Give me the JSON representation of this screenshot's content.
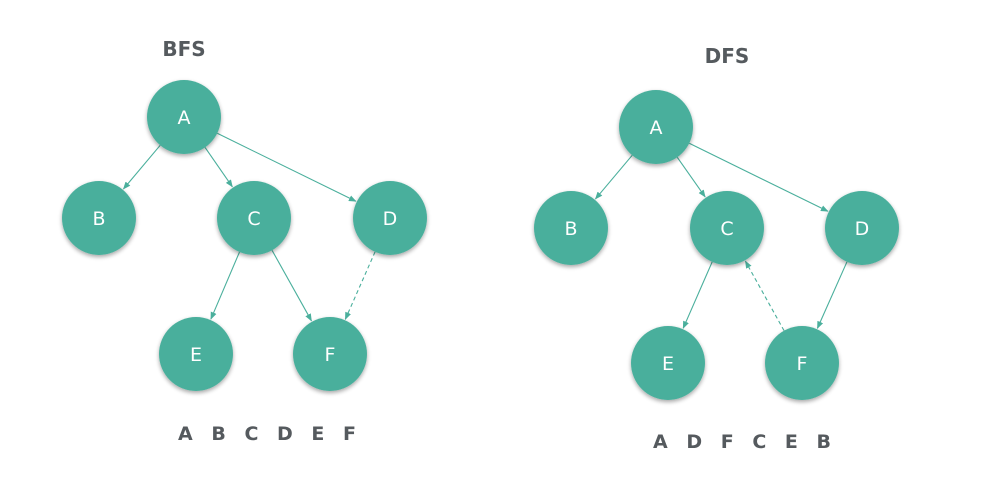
{
  "colors": {
    "node": "#4aaf9c",
    "edge": "#4aaf9c",
    "node_text": "#ffffff",
    "title_text": "#555a5e"
  },
  "bfs": {
    "title": "BFS",
    "order": "A B C D E F",
    "nodes": [
      "A",
      "B",
      "C",
      "D",
      "E",
      "F"
    ],
    "edges": [
      {
        "from": "A",
        "to": "B",
        "style": "solid"
      },
      {
        "from": "A",
        "to": "C",
        "style": "solid"
      },
      {
        "from": "A",
        "to": "D",
        "style": "solid"
      },
      {
        "from": "C",
        "to": "E",
        "style": "solid"
      },
      {
        "from": "C",
        "to": "F",
        "style": "solid"
      },
      {
        "from": "D",
        "to": "F",
        "style": "dashed"
      }
    ]
  },
  "dfs": {
    "title": "DFS",
    "order": "A D F C E B",
    "nodes": [
      "A",
      "B",
      "C",
      "D",
      "E",
      "F"
    ],
    "edges": [
      {
        "from": "A",
        "to": "B",
        "style": "solid"
      },
      {
        "from": "A",
        "to": "C",
        "style": "solid"
      },
      {
        "from": "A",
        "to": "D",
        "style": "solid"
      },
      {
        "from": "C",
        "to": "E",
        "style": "solid"
      },
      {
        "from": "D",
        "to": "F",
        "style": "solid"
      },
      {
        "from": "F",
        "to": "C",
        "style": "dashed"
      }
    ]
  }
}
